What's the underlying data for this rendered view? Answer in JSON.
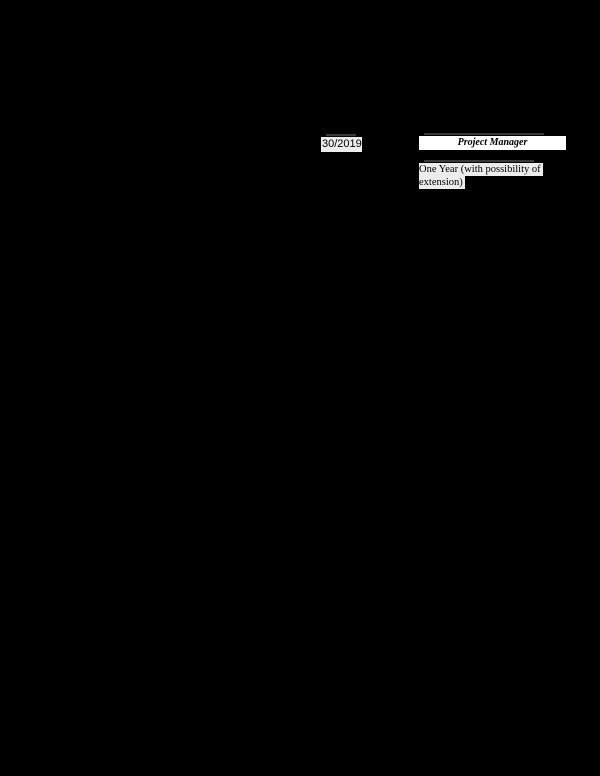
{
  "document": {
    "background": "#000000",
    "fields": {
      "date": {
        "value": "30/2019"
      },
      "position_title": {
        "value": "Project Manager"
      },
      "duration": {
        "line1": "One Year (with possibility of",
        "line2": "extension)"
      }
    },
    "colors": {
      "field_fill_gray": "#ececec",
      "field_fill_white": "#ffffff",
      "text": "#000000"
    }
  }
}
